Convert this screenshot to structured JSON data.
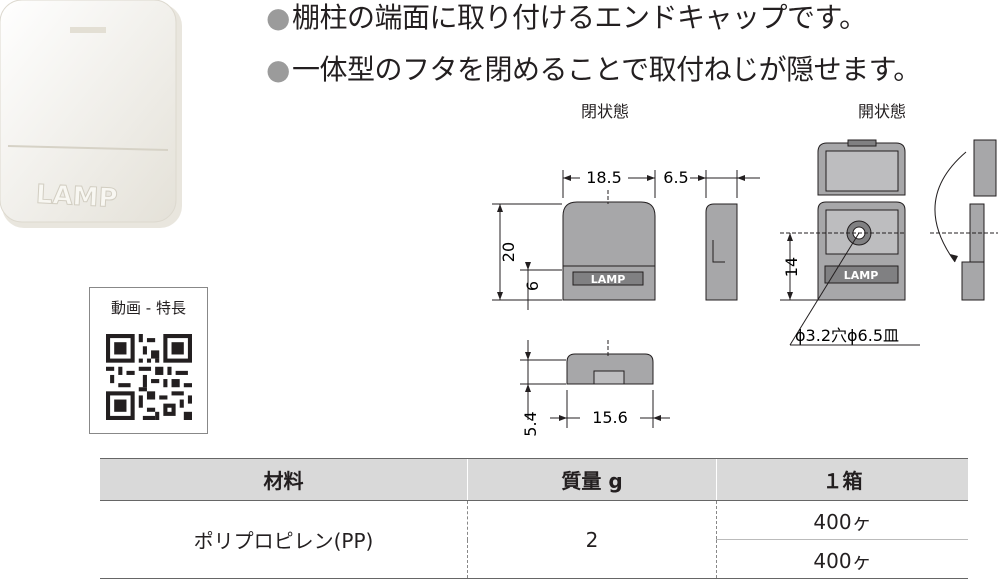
{
  "bullets": [
    "棚柱の端面に取り付けるエンドキャップです。",
    "一体型のフタを閉めることで取付ねじが隠せます。"
  ],
  "bullet_mark": "●",
  "product_logo": "LAMP",
  "views": {
    "closed_label": "閉状態",
    "open_label": "開状態"
  },
  "dimensions": {
    "width": "18.5",
    "depth": "6.5",
    "height": "20",
    "lower": "6",
    "bottom_height": "5.4",
    "bottom_width": "15.6",
    "open_height": "14",
    "hole": "ϕ3.2穴ϕ6.5皿"
  },
  "qr": {
    "title": "動画 - 特長"
  },
  "table": {
    "headers": [
      "材料",
      "質量 g",
      "１箱"
    ],
    "material": "ポリプロピレン(PP)",
    "mass": "2",
    "box_row1": "400ヶ",
    "box_row2": "400ヶ"
  },
  "colors": {
    "part_gray": "#a7a7a9",
    "label_plate": "#808082",
    "table_header": "#d9d9d9",
    "product_white": "#f2f0ea"
  }
}
